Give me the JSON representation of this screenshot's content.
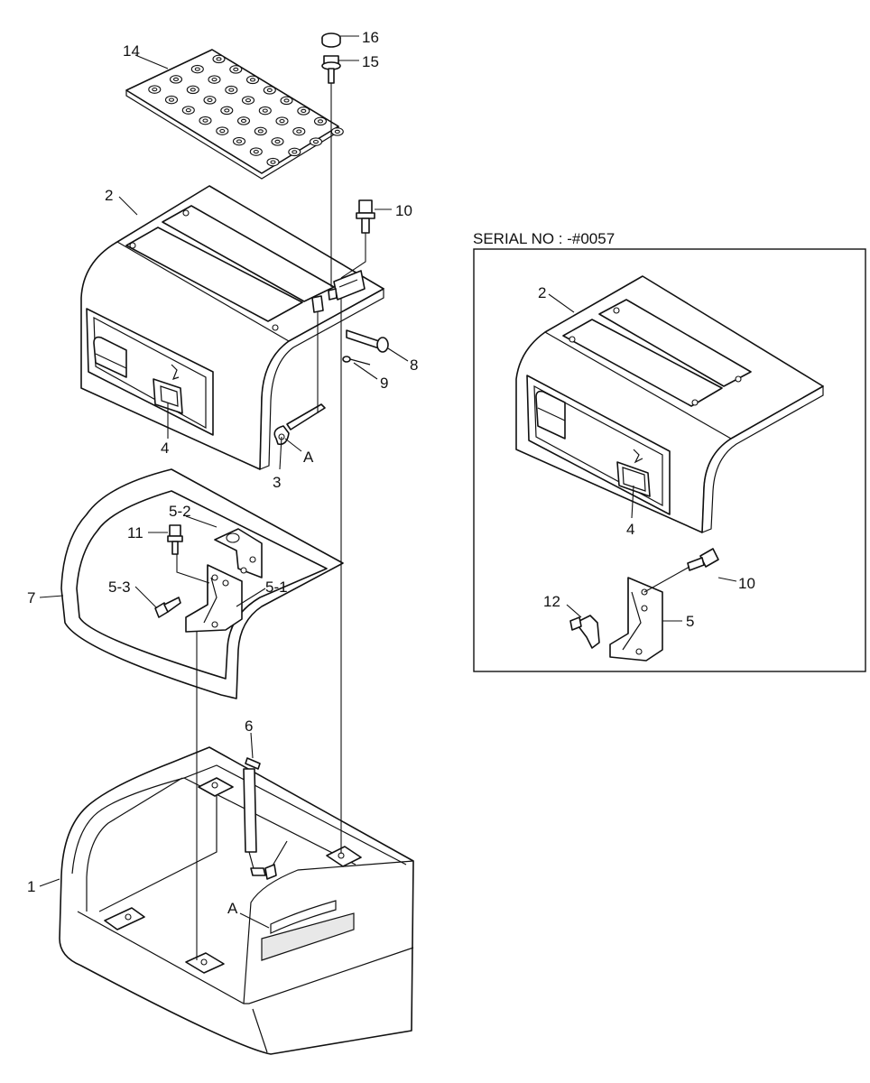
{
  "serial_note": "SERIAL NO : -#0057",
  "callouts": {
    "main": {
      "c16": "16",
      "c15": "15",
      "c14": "14",
      "c2": "2",
      "c10": "10",
      "c8": "8",
      "c9": "9",
      "c4": "4",
      "c3": "3",
      "cA_top": "A",
      "c5_2": "5-2",
      "c11": "11",
      "c5_3": "5-3",
      "c5_1": "5-1",
      "c7": "7",
      "c6": "6",
      "c1": "1",
      "cA_bottom": "A"
    },
    "inset": {
      "c2": "2",
      "c4": "4",
      "c10": "10",
      "c12": "12",
      "c5": "5"
    }
  }
}
